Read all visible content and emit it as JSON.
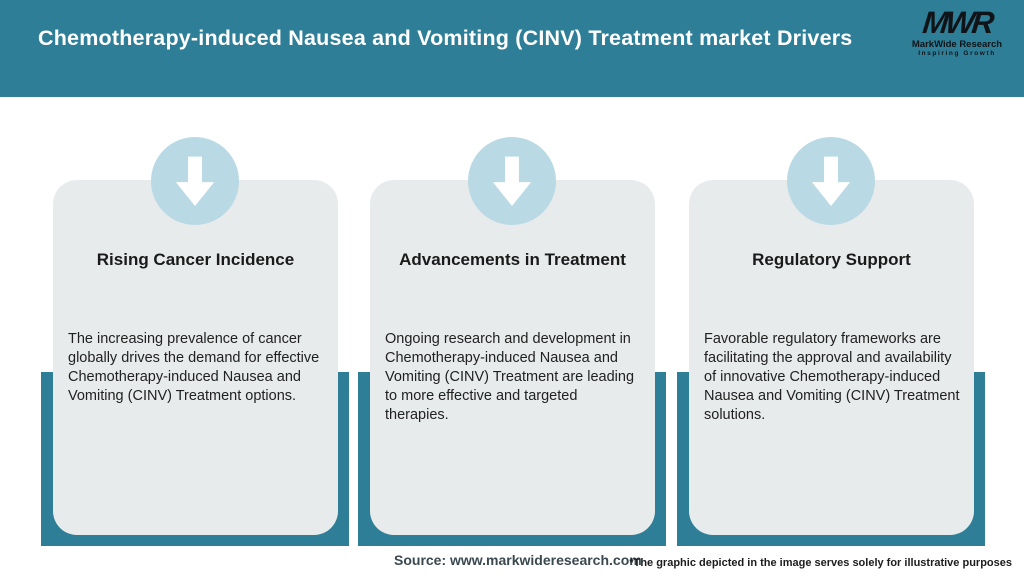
{
  "header": {
    "title": "Chemotherapy-induced Nausea and Vomiting (CINV) Treatment market Drivers",
    "logo": {
      "monogram": "MWR",
      "name": "MarkWide Research",
      "tagline": "Inspiring Growth"
    }
  },
  "cards": [
    {
      "icon": "down-arrow-icon",
      "title": "Rising Cancer Incidence",
      "description": "The increasing prevalence of cancer globally drives the demand for effective Chemotherapy-induced Nausea and Vomiting (CINV) Treatment options."
    },
    {
      "icon": "down-arrow-icon",
      "title": "Advancements in Treatment",
      "description": "Ongoing research and development in Chemotherapy-induced Nausea and Vomiting (CINV) Treatment are leading to more effective and targeted therapies."
    },
    {
      "icon": "down-arrow-icon",
      "title": "Regulatory Support",
      "description": "Favorable regulatory frameworks are facilitating the approval and availability of innovative Chemotherapy-induced Nausea and Vomiting (CINV) Treatment solutions."
    }
  ],
  "footer": {
    "source": "Source: www.markwideresearch.com",
    "disclaimer": "*The graphic depicted in the image serves solely for illustrative purposes"
  },
  "colors": {
    "header_teal": "#2e7e97",
    "bar_teal": "#2e7e97",
    "card_gray": "#e8ebec",
    "circle_blue": "#b9d9e5",
    "title_white": "#ffffff",
    "text_dark": "#212121"
  }
}
